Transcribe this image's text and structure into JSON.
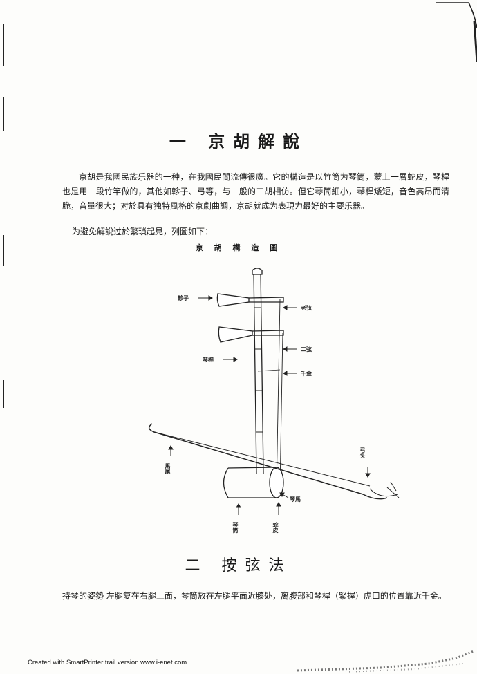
{
  "section1": {
    "title": "一  京胡解說",
    "paragraph": "京胡是我國民族乐器的一种，在我國民間流傳很廣。它的構造是以竹筒为琴筒，蒙上一層蛇皮，琴桿也是用一段竹竿做的，其他如軫子、弓等，与一般的二胡相仿。但它琴筒細小，琴桿矮短，音色高昂而清脆，音量很大；对於具有独特風格的京劇曲調，京胡就成为表現力最好的主要乐器。",
    "intro_line": "为避免解說过於繁瑣起見，列圖如下："
  },
  "diagram": {
    "caption": "京 胡 構 造 圖",
    "labels": {
      "zhouzi": "軫子",
      "laoxian": "老弦",
      "erxian": "二弦",
      "qingan": "琴桿",
      "qianjin": "千金",
      "gongtou": "弓头",
      "mawei": "馬尾",
      "qinma": "琴馬",
      "shepi": "蛇皮",
      "qintong": "琴筒"
    }
  },
  "section2": {
    "title": "二  按弦法",
    "paragraph": "持琴的姿勢  左腿复在右腿上面，琴筒放在左腿平面近膝处，离腹部和琴桿（緊握）虎口的位置靠近千金。"
  },
  "footer": {
    "text": "Created with SmartPrinter trail version www.i-enet.com"
  }
}
